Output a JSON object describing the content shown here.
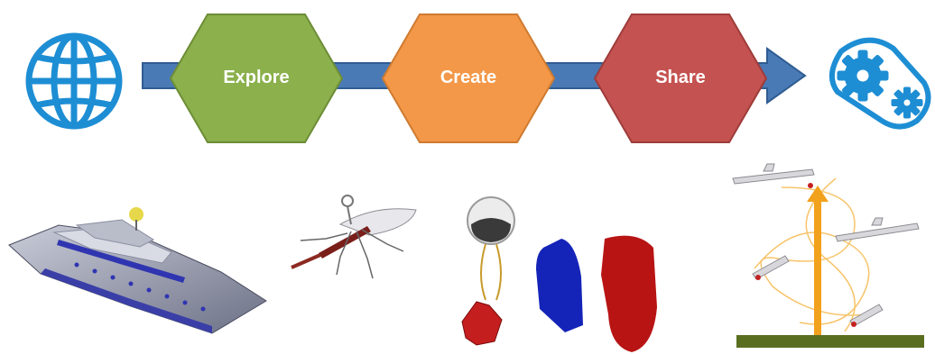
{
  "steps": [
    {
      "label": "Explore",
      "fill": "#8bb04c",
      "stroke": "#6d8d36"
    },
    {
      "label": "Create",
      "fill": "#f39848",
      "stroke": "#cf7a30"
    },
    {
      "label": "Share",
      "fill": "#c45250",
      "stroke": "#9e3c3a"
    }
  ],
  "colors": {
    "arrow": "#4a7ab5",
    "arrow_stroke": "#2f5c92",
    "globe": "#1e8ed4",
    "gears": "#1e8ed4",
    "ground": "#5a6e1f",
    "trajectory_arrow": "#f2a11c",
    "flight_paths": "#f7c56b"
  },
  "icons": {
    "start": "globe-icon",
    "end": "gears-belt-icon"
  },
  "illustrations": [
    "yacht-model",
    "flapping-robot-insect",
    "astronaut-suit-and-torsos",
    "drone-trajectories"
  ]
}
